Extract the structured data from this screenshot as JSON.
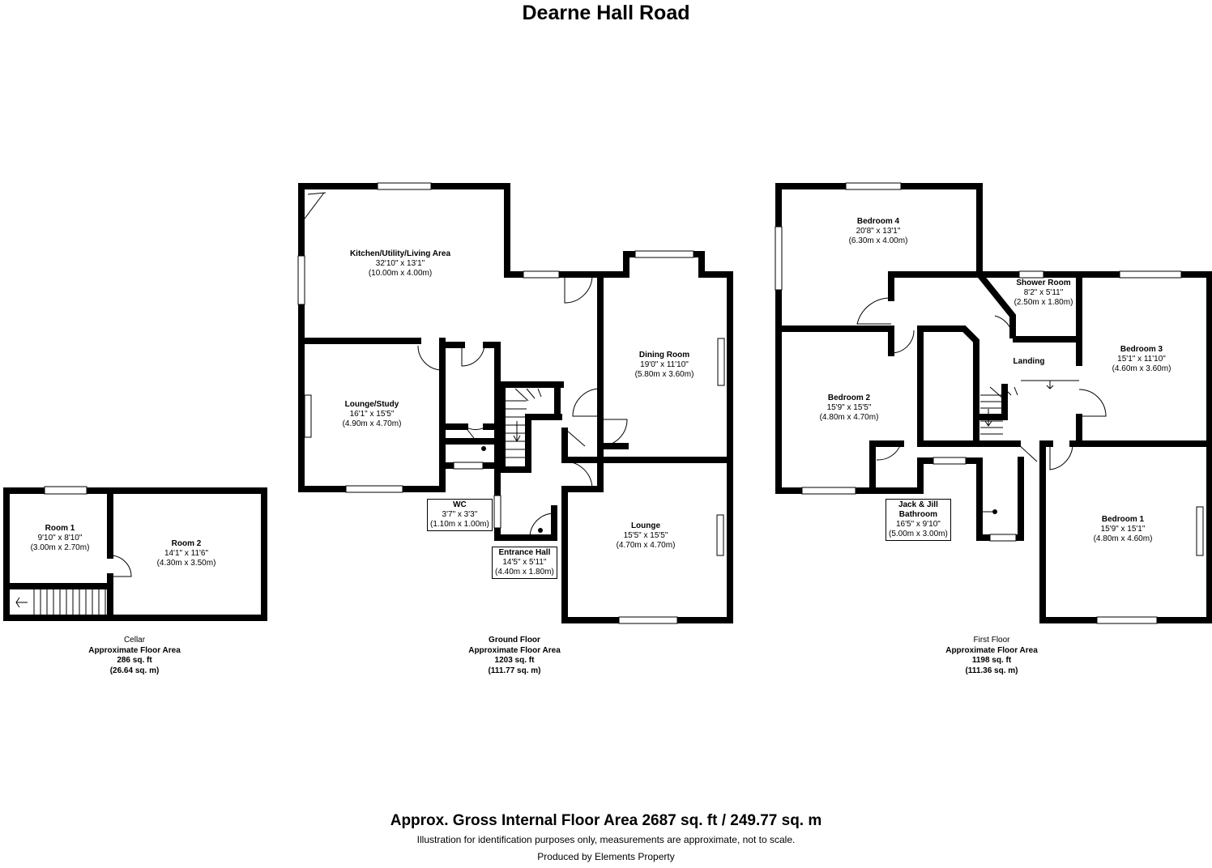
{
  "title": "Dearne Hall Road",
  "cellar": {
    "label": "Cellar",
    "area_label": "Approximate Floor Area",
    "sqft": "286 sq. ft",
    "sqm": "(26.64 sq. m)",
    "rooms": [
      {
        "name": "Room 1",
        "imperial": "9'10\" x 8'10\"",
        "metric": "(3.00m x 2.70m)"
      },
      {
        "name": "Room 2",
        "imperial": "14'1\" x 11'6\"",
        "metric": "(4.30m x 3.50m)"
      }
    ]
  },
  "ground": {
    "label": "Ground Floor",
    "area_label": "Approximate Floor Area",
    "sqft": "1203 sq. ft",
    "sqm": "(111.77 sq. m)",
    "rooms": [
      {
        "name": "Kitchen/Utility/Living Area",
        "imperial": "32'10\" x 13'1\"",
        "metric": "(10.00m x 4.00m)"
      },
      {
        "name": "Dining Room",
        "imperial": "19'0\" x 11'10\"",
        "metric": "(5.80m x 3.60m)"
      },
      {
        "name": "Lounge/Study",
        "imperial": "16'1\" x 15'5\"",
        "metric": "(4.90m x 4.70m)"
      },
      {
        "name": "WC",
        "imperial": "3'7\" x 3'3\"",
        "metric": "(1.10m x 1.00m)"
      },
      {
        "name": "Entrance Hall",
        "imperial": "14'5\" x 5'11\"",
        "metric": "(4.40m x 1.80m)"
      },
      {
        "name": "Lounge",
        "imperial": "15'5\" x 15'5\"",
        "metric": "(4.70m x 4.70m)"
      }
    ]
  },
  "first": {
    "label": "First Floor",
    "area_label": "Approximate Floor Area",
    "sqft": "1198 sq. ft",
    "sqm": "(111.36 sq. m)",
    "rooms": [
      {
        "name": "Bedroom 4",
        "imperial": "20'8\" x 13'1\"",
        "metric": "(6.30m x 4.00m)"
      },
      {
        "name": "Shower Room",
        "imperial": "8'2\" x 5'11\"",
        "metric": "(2.50m x 1.80m)"
      },
      {
        "name": "Landing"
      },
      {
        "name": "Bedroom 3",
        "imperial": "15'1\" x 11'10\"",
        "metric": "(4.60m x 3.60m)"
      },
      {
        "name": "Bedroom 2",
        "imperial": "15'9\" x 15'5\"",
        "metric": "(4.80m x 4.70m)"
      },
      {
        "name_line1": "Jack & Jill",
        "name_line2": "Bathroom",
        "imperial": "16'5\" x 9'10\"",
        "metric": "(5.00m x 3.00m)"
      },
      {
        "name": "Bedroom 1",
        "imperial": "15'9\" x 15'1\"",
        "metric": "(4.80m x 4.60m)"
      }
    ]
  },
  "gross_area": "Approx. Gross Internal Floor Area 2687 sq. ft / 249.77 sq. m",
  "disclaimer": "Illustration for identification purposes only, measurements are approximate, not to scale.",
  "producer": "Produced by Elements Property"
}
